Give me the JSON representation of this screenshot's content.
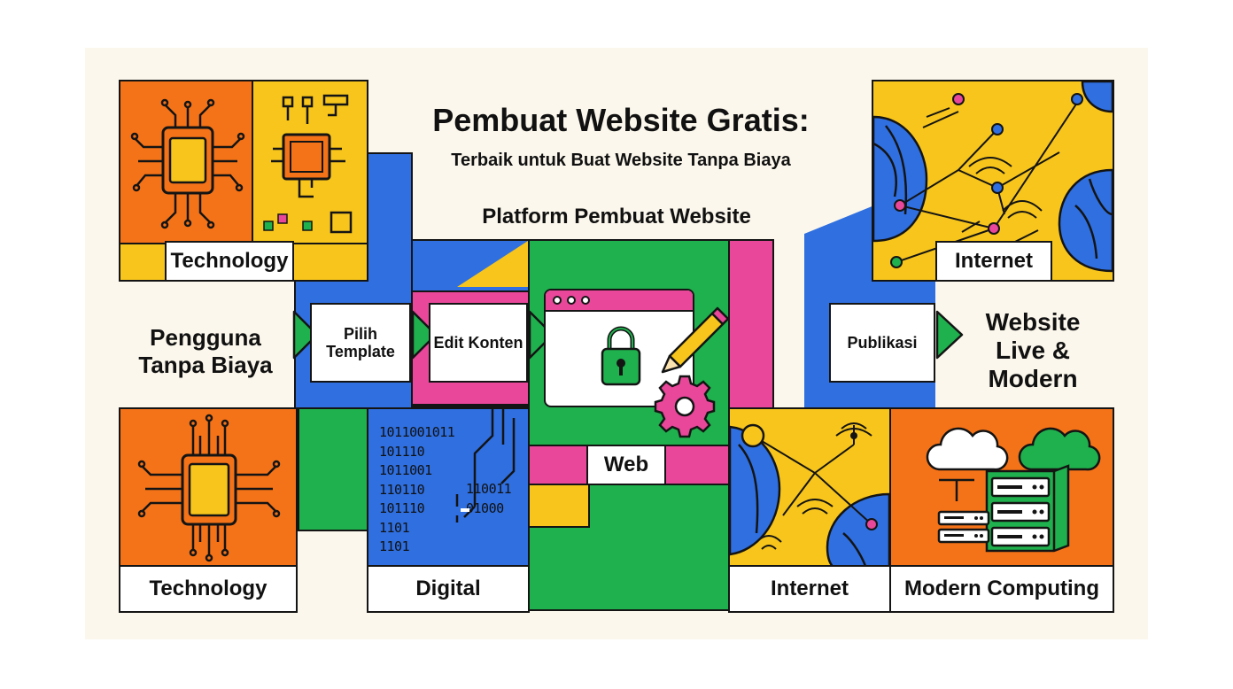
{
  "header": {
    "title": "Pembuat Website Gratis:",
    "subtitle": "Terbaik untuk Buat Website Tanpa Biaya",
    "platform_label": "Platform Pembuat Website"
  },
  "tiles": {
    "technology_top": "Technology",
    "internet_top": "Internet",
    "technology_bottom": "Technology",
    "digital": "Digital",
    "web": "Web",
    "internet_bottom": "Internet",
    "modern_computing": "Modern Computing"
  },
  "flow": {
    "start": "Pengguna Tanpa Biaya",
    "step1": "Pilih Template",
    "step2": "Edit Konten",
    "step3": "Publikasi",
    "end": "Website Live & Modern"
  },
  "binary_rows": [
    "1011001011",
    "101110",
    "1011001",
    "110110",
    "101110",
    "1101",
    "1101"
  ],
  "binary_right": [
    "110011",
    "01000"
  ],
  "colors": {
    "orange": "#f57318",
    "yellow": "#f7c51c",
    "blue": "#2f6fe0",
    "green": "#1fb14d",
    "pink": "#e8479a",
    "outline": "#141414",
    "background": "#fbf7ec"
  }
}
